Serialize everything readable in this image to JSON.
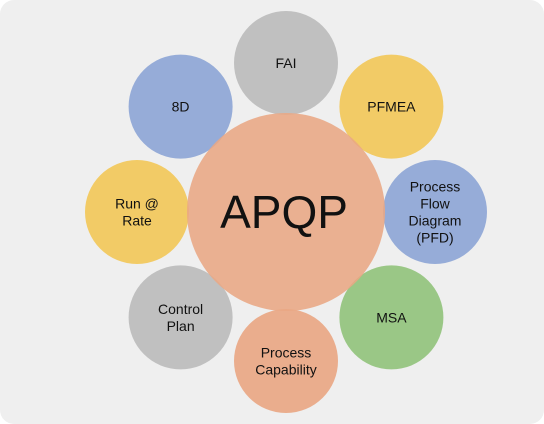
{
  "diagram": {
    "center": {
      "label": "APQP",
      "color": "#e9a784"
    },
    "items": [
      {
        "id": "fai",
        "lines": [
          "FAI"
        ],
        "color": "#bcbcbc"
      },
      {
        "id": "pfmea",
        "lines": [
          "PFMEA"
        ],
        "color": "#f2c85a"
      },
      {
        "id": "pfd",
        "lines": [
          "Process",
          "Flow",
          "Diagram",
          "(PFD)"
        ],
        "color": "#8ea6d6"
      },
      {
        "id": "msa",
        "lines": [
          "MSA"
        ],
        "color": "#93c37d"
      },
      {
        "id": "process-capability",
        "lines": [
          "Process",
          "Capability"
        ],
        "color": "#e9a784"
      },
      {
        "id": "control-plan",
        "lines": [
          "Control",
          "Plan"
        ],
        "color": "#bcbcbc"
      },
      {
        "id": "run-at-rate",
        "lines": [
          "Run @",
          "Rate"
        ],
        "color": "#f2c85a"
      },
      {
        "id": "8d",
        "lines": [
          "8D"
        ],
        "color": "#8ea6d6"
      }
    ]
  }
}
